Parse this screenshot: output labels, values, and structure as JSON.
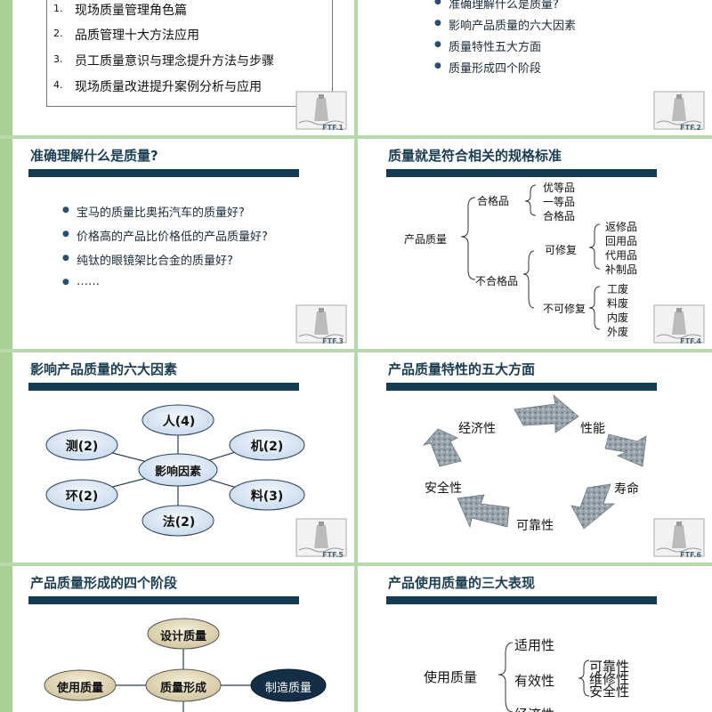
{
  "slide1": {
    "items": [
      "1.",
      "现场质量管理角色篇",
      "2.",
      "品质管理十大方法应用",
      "3.",
      "员工质量意识与理念提升方法与步骤",
      "4.",
      "现场质量改进提升案例分析与应用"
    ],
    "page": "FTF.1"
  },
  "slide2": {
    "items": [
      "准确理解什么是质量?",
      "影响产品质量的六大因素",
      "质量特性五大方面",
      "质量形成四个阶段"
    ],
    "page": "FTF.2"
  },
  "slide3": {
    "title": "准确理解什么是质量?",
    "items": [
      "宝马的质量比奥拓汽车的质量好?",
      "价格高的产品比价格低的产品质量好?",
      "纯钛的眼镜架比合金的质量好?",
      "……"
    ],
    "page": "FTF.3"
  },
  "slide4": {
    "title": "质量就是符合相关的规格标准",
    "root": "产品质量",
    "qualified": "合格品",
    "qualified_items": [
      "优等品",
      "一等品",
      "合格品"
    ],
    "unqualified": "不合格品",
    "repairable": "可修复",
    "repairable_items": [
      "返修品",
      "回用品",
      "代用品",
      "补制品"
    ],
    "unrepairable": "不可修复",
    "unrepairable_items": [
      "工废",
      "料废",
      "内废",
      "外废"
    ],
    "page": "FTF.4"
  },
  "slide5": {
    "title": "影响产品质量的六大因素",
    "center": "影响因素",
    "factors": [
      "人(4)",
      "机(2)",
      "料(3)",
      "法(2)",
      "环(2)",
      "测(2)"
    ],
    "page": "FTF.5"
  },
  "slide6": {
    "title": "产品质量特性的五大方面",
    "aspects": [
      "经济性",
      "性能",
      "寿命",
      "可靠性",
      "安全性"
    ],
    "page": "FTF.6"
  },
  "slide7": {
    "title": "产品质量形成的四个阶段",
    "stages": [
      "设计质量",
      "使用质量",
      "质量形成",
      "制造质量"
    ]
  },
  "slide8": {
    "title": "产品使用质量的三大表现",
    "root": "使用质量",
    "branches": [
      "适用性",
      "有效性",
      "经济性"
    ],
    "sub": [
      "可靠性",
      "维修性",
      "安全性"
    ]
  },
  "colors": {
    "stripe": "#a9cf94",
    "title": "#1a3d52",
    "bar": "#143c55",
    "ellipse": "#dce8f3"
  }
}
